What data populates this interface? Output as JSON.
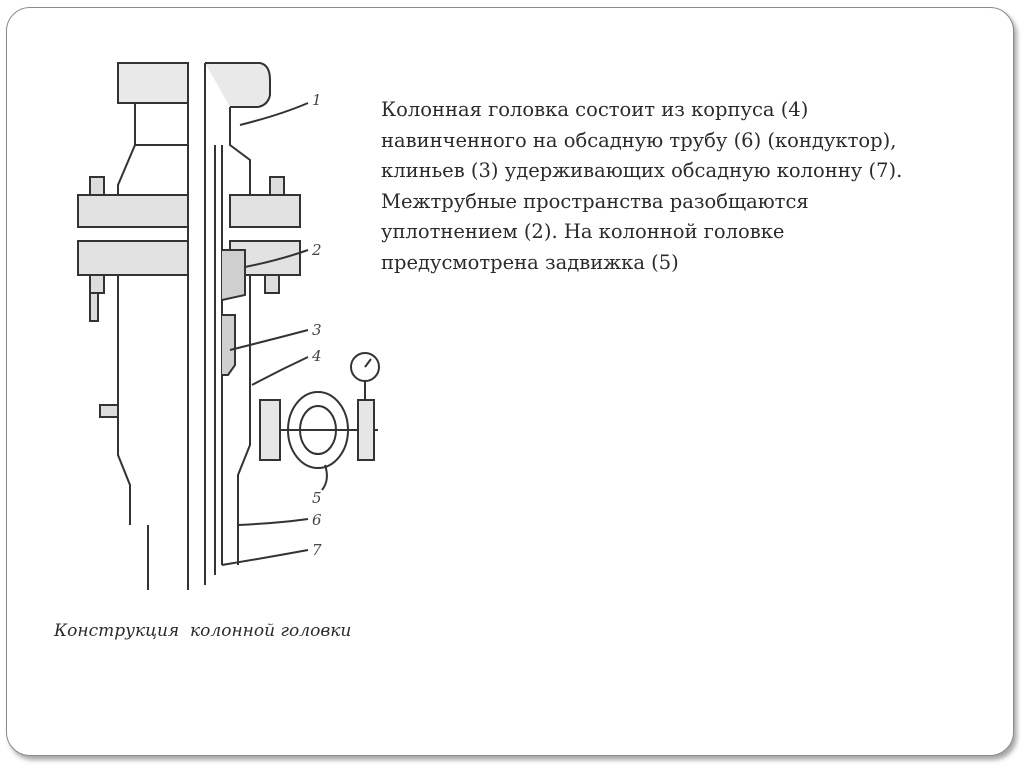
{
  "description": "Колонная головка состоит из корпуса (4)\nнавинченного на обсадную трубу (6) (кондуктор),\nклиньев (3) удерживающих обсадную колонну (7).\nМежтрубные пространства разобщаются\nуплотнением (2). На колонной головке\nпредусмотрена задвижка (5)",
  "caption": "Конструкция  колонной головки",
  "diagram": {
    "labels": [
      "1",
      "2",
      "3",
      "4",
      "5",
      "6",
      "7"
    ]
  }
}
